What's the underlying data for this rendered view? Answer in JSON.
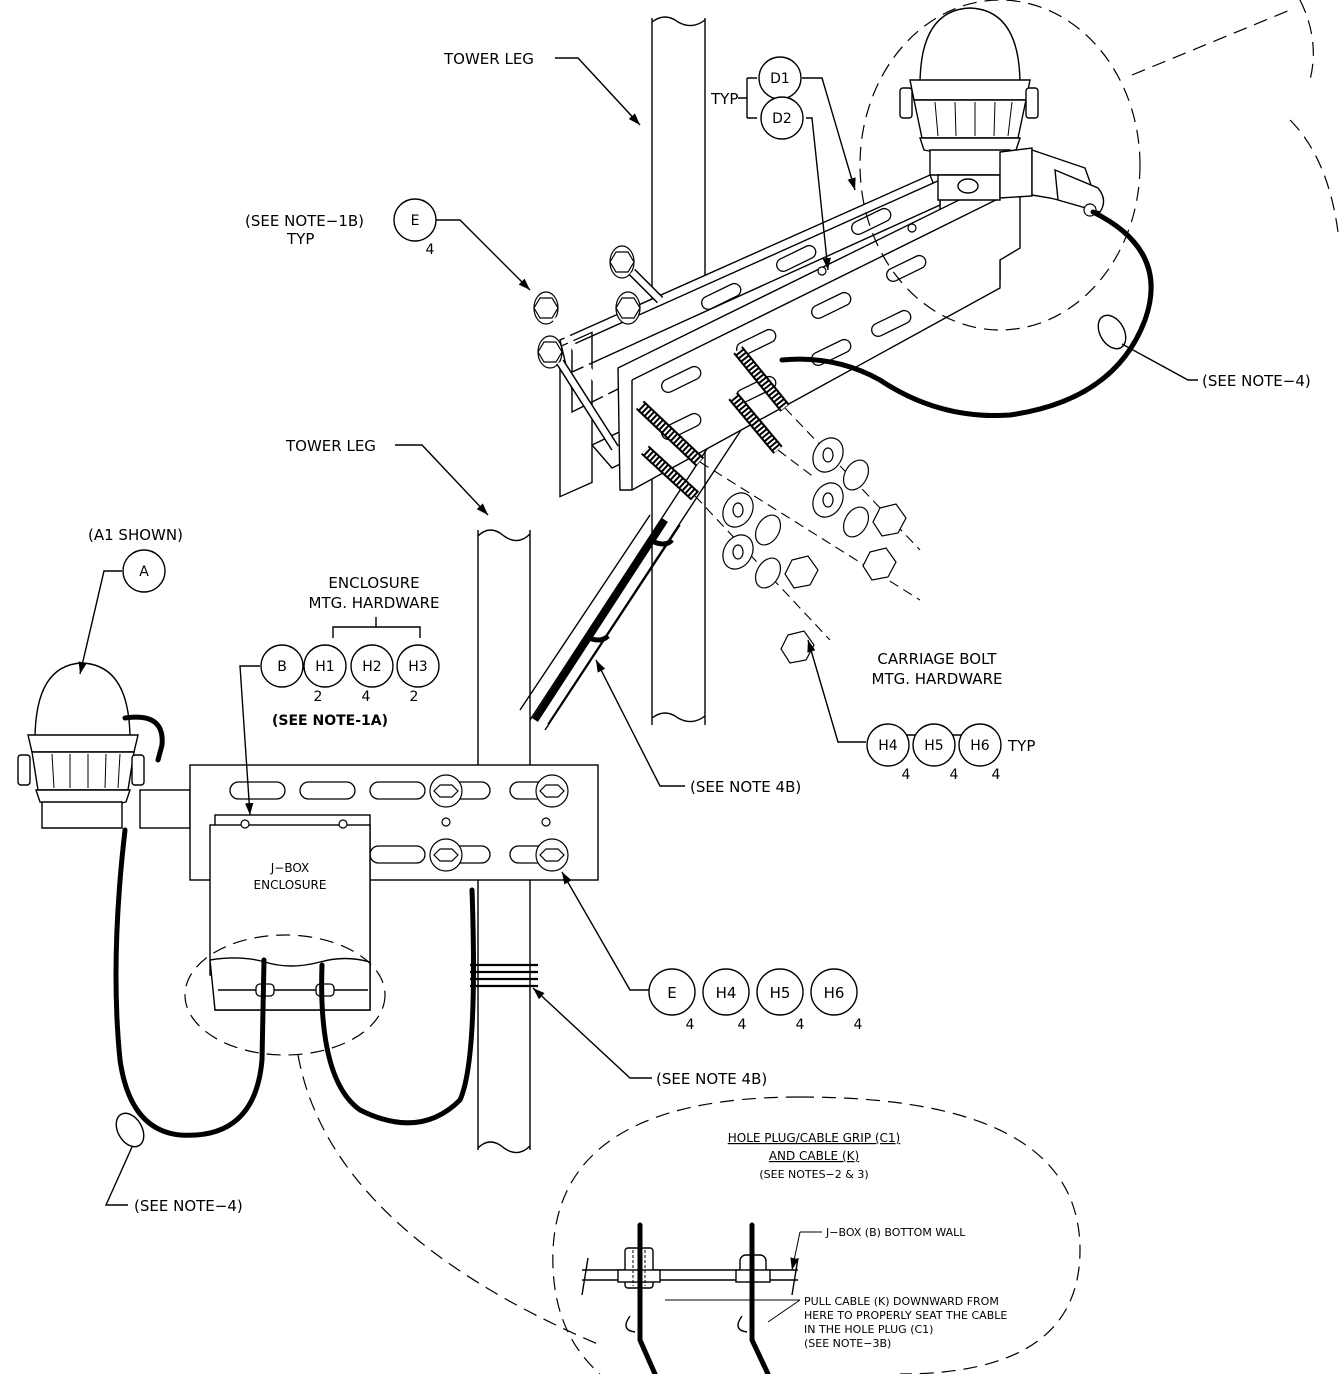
{
  "labels": {
    "tower_leg_top": "TOWER LEG",
    "tower_leg_mid": "TOWER LEG",
    "typ_d": "TYP",
    "see_note_1b": "(SEE NOTE−1B)",
    "typ_e": "TYP",
    "see_note_4_top": "(SEE NOTE−4)",
    "a1_shown": "(A1 SHOWN)",
    "enclosure_hw_line1": "ENCLOSURE",
    "enclosure_hw_line2": "MTG. HARDWARE",
    "see_note_1a": "(SEE NOTE-1A)",
    "carriage_line1": "CARRIAGE BOLT",
    "carriage_line2": "MTG. HARDWARE",
    "typ_h": "TYP",
    "see_note_4b_upper": "(SEE NOTE 4B)",
    "see_note_4b_lower": "(SEE NOTE 4B)",
    "jbox_line1": "J−BOX",
    "jbox_line2": "ENCLOSURE",
    "see_note_4_bottom": "(SEE NOTE−4)"
  },
  "bubbles": {
    "d1": "D1",
    "d2": "D2",
    "e_top": "E",
    "e_top_qty": "4",
    "a": "A",
    "b": "B",
    "h1": "H1",
    "h2": "H2",
    "h3": "H3",
    "h1_qty": "2",
    "h2_qty": "4",
    "h3_qty": "2",
    "h4": "H4",
    "h5": "H5",
    "h6": "H6",
    "h4_qty": "4",
    "h5_qty": "4",
    "h6_qty": "4",
    "e_bot": "E",
    "h4_bot": "H4",
    "h5_bot": "H5",
    "h6_bot": "H6",
    "e_bot_qty": "4",
    "h4_bot_qty": "4",
    "h5_bot_qty": "4",
    "h6_bot_qty": "4"
  },
  "detail": {
    "title_line1": "HOLE PLUG/CABLE GRIP (C1)",
    "title_line2": "AND CABLE (K)",
    "subtitle": "(SEE NOTES−2 & 3)",
    "bottom_wall": "J−BOX (B) BOTTOM WALL",
    "pull_line1": "PULL CABLE (K) DOWNWARD FROM",
    "pull_line2": "HERE TO PROPERLY SEAT THE CABLE",
    "pull_line3": "IN THE HOLE PLUG (C1)",
    "pull_line4": "(SEE NOTE−3B)"
  }
}
